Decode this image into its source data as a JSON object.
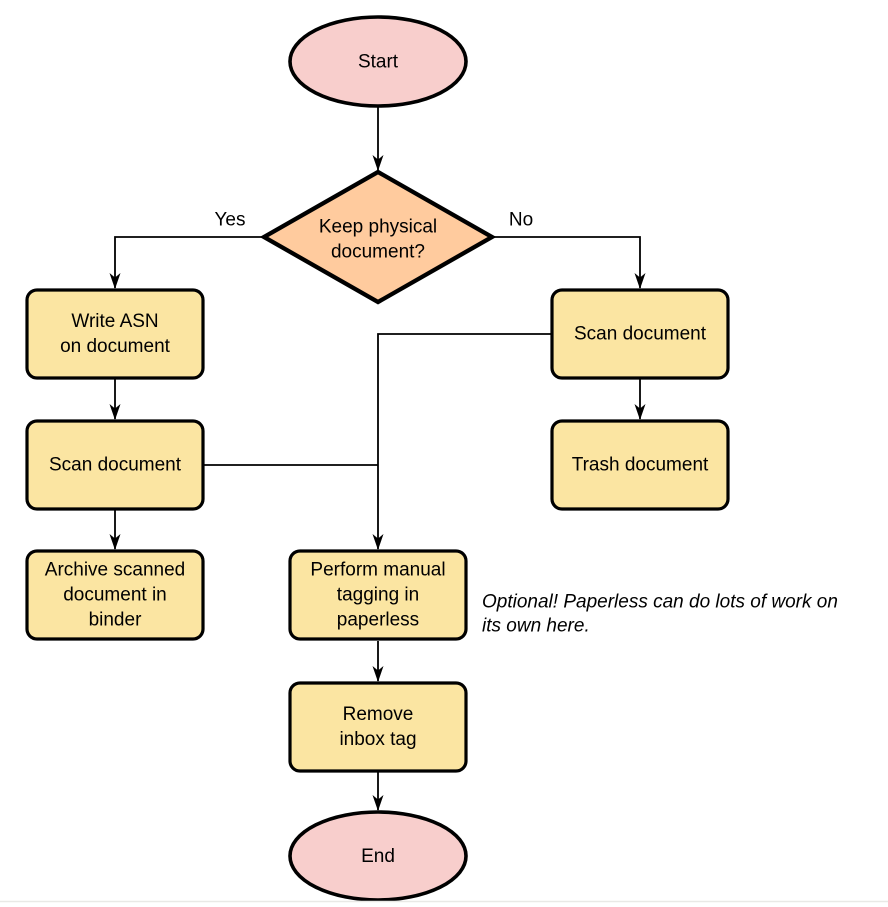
{
  "diagram": {
    "type": "flowchart",
    "colors": {
      "terminator_fill": "#F8CECC",
      "decision_fill": "#FFCB9E",
      "process_fill": "#FBE5A2",
      "stroke": "#000000"
    },
    "nodes": {
      "start": {
        "label": "Start"
      },
      "keep_physical_decision": {
        "lines": [
          "Keep physical",
          "document?"
        ]
      },
      "write_asn": {
        "lines": [
          "Write ASN",
          "on document"
        ]
      },
      "scan_document_left": {
        "label": "Scan document"
      },
      "archive_binder": {
        "lines": [
          "Archive scanned",
          "document in",
          "binder"
        ]
      },
      "scan_document_right": {
        "label": "Scan document"
      },
      "trash_document": {
        "label": "Trash document"
      },
      "manual_tagging": {
        "lines": [
          "Perform manual",
          "tagging in",
          "paperless"
        ]
      },
      "remove_inbox_tag": {
        "lines": [
          "Remove",
          "inbox tag"
        ]
      },
      "end": {
        "label": "End"
      }
    },
    "edge_labels": {
      "yes": "Yes",
      "no": "No"
    },
    "annotation": {
      "lines": [
        "Optional! Paperless can do lots of work on",
        "its own here."
      ]
    }
  }
}
